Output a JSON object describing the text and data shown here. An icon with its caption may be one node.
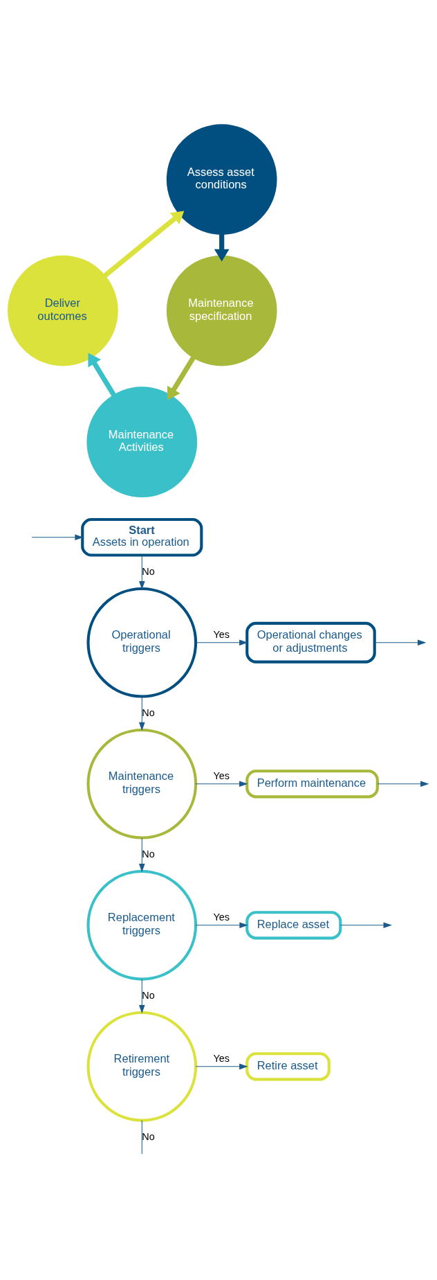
{
  "diagram": {
    "nodes": [
      {
        "text": [
          "Assess asset conditions"
        ]
      },
      {
        "text": [
          "Maintenance specification"
        ]
      },
      {
        "text": [
          "Maintenance Activities"
        ]
      },
      {
        "text": [
          "Deliver outcomes"
        ]
      },
      {
        "text": [
          "Start",
          "Assets in operation"
        ]
      },
      {
        "text": [
          "Operational triggers"
        ]
      },
      {
        "text": [
          "Operational changes or adjustments"
        ]
      },
      {
        "text": [
          "Maintenance triggers"
        ]
      },
      {
        "text": [
          "Perform maintenance"
        ]
      },
      {
        "text": [
          "Replacement triggers"
        ]
      },
      {
        "text": [
          "Replace asset"
        ]
      },
      {
        "text": [
          "Retirement triggers"
        ]
      },
      {
        "text": [
          "Retire asset"
        ]
      }
    ],
    "edges": [
      {
        "from": 0,
        "to": 1,
        "arrow": "to",
        "style": "thick",
        "color": "#004f80"
      },
      {
        "from": 1,
        "to": 2,
        "arrow": "to",
        "style": "thick",
        "color": "#a8b83a"
      },
      {
        "from": 2,
        "to": 3,
        "arrow": "to",
        "style": "thick",
        "color": "#3ac0c8"
      },
      {
        "from": 3,
        "to": 0,
        "arrow": "to",
        "style": "thick",
        "color": "#dbe23c"
      },
      {
        "from": null,
        "to": 4,
        "arrow": "to"
      },
      {
        "from": 4,
        "to": 5,
        "arrow": "to",
        "label": "No"
      },
      {
        "from": 5,
        "to": 6,
        "arrow": "to",
        "label": "Yes"
      },
      {
        "from": 6,
        "to": null,
        "arrow": "to"
      },
      {
        "from": 5,
        "to": 7,
        "arrow": "to",
        "label": "No"
      },
      {
        "from": 7,
        "to": 8,
        "arrow": "to",
        "label": "Yes"
      },
      {
        "from": 8,
        "to": null,
        "arrow": "to"
      },
      {
        "from": 7,
        "to": 9,
        "arrow": "to",
        "label": "No"
      },
      {
        "from": 9,
        "to": 10,
        "arrow": "to",
        "label": "Yes"
      },
      {
        "from": 10,
        "to": null,
        "arrow": "to"
      },
      {
        "from": 9,
        "to": 11,
        "arrow": "to",
        "label": "No"
      },
      {
        "from": 11,
        "to": 12,
        "arrow": "to",
        "label": "Yes"
      },
      {
        "from": 11,
        "to": null,
        "arrow": "none",
        "label": "No"
      }
    ]
  }
}
